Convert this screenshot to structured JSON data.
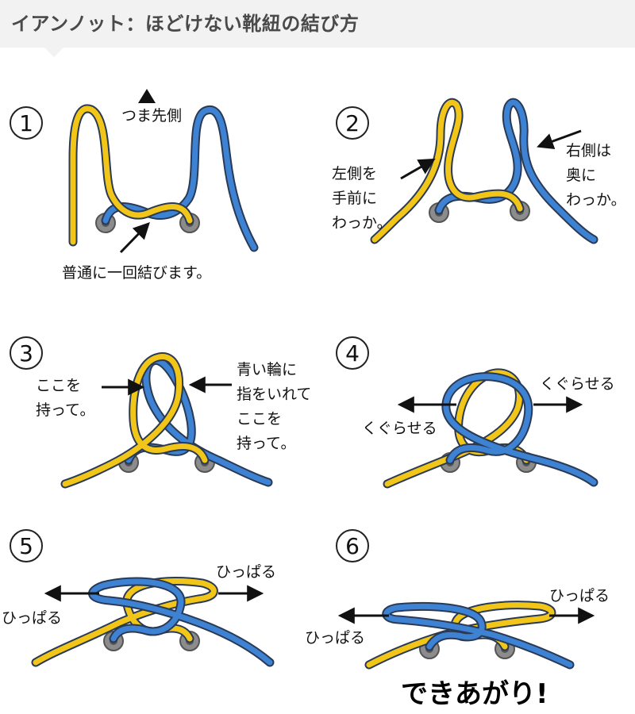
{
  "header": {
    "title": "イアンノット：ほどけない靴紐の結び方"
  },
  "colors": {
    "lace_yellow": "#f2c618",
    "lace_blue": "#3e82d4",
    "outline": "#2a3a55",
    "eyelet": "#8c8c8c",
    "arrow": "#111111"
  },
  "steps": [
    {
      "number": "1",
      "labels": [
        "つま先側",
        "普通に一回結びます。"
      ]
    },
    {
      "number": "2",
      "labels": [
        "左側を",
        "手前に",
        "わっか。",
        "右側は",
        "奥に",
        "わっか。"
      ]
    },
    {
      "number": "3",
      "labels": [
        "ここを",
        "持って。",
        "青い輪に",
        "指をいれて",
        "ここを",
        "持って。"
      ]
    },
    {
      "number": "4",
      "labels": [
        "くぐらせる",
        "くぐらせる"
      ]
    },
    {
      "number": "5",
      "labels": [
        "ひっぱる",
        "ひっぱる"
      ]
    },
    {
      "number": "6",
      "labels": [
        "ひっぱる",
        "ひっぱる"
      ]
    }
  ],
  "final_label": "できあがり!"
}
